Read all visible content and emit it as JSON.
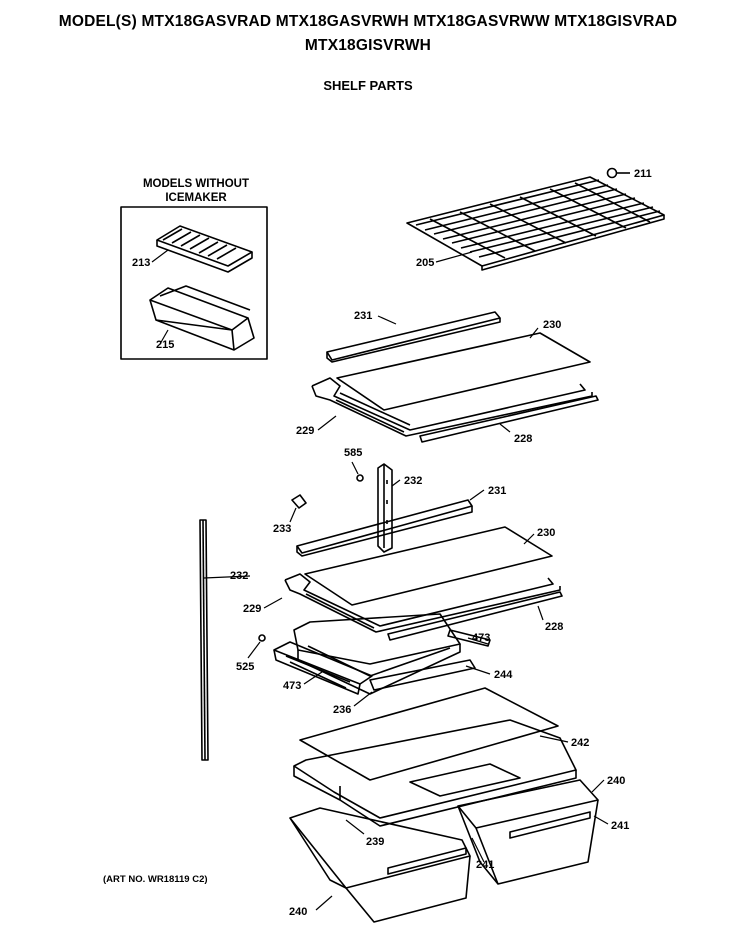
{
  "header": {
    "models_line1": "MODEL(S) MTX18GASVRAD  MTX18GASVRWH  MTX18GASVRWW  MTX18GISVRAD",
    "models_line2": "MTX18GISVRWH",
    "section_title": "SHELF PARTS"
  },
  "inset": {
    "title_line1": "MODELS WITHOUT",
    "title_line2": "ICEMAKER"
  },
  "art_number": "(ART NO. WR18119 C2)",
  "callouts": [
    "211",
    "205",
    "213",
    "215",
    "231",
    "230",
    "229",
    "228",
    "585",
    "232",
    "231",
    "233",
    "230",
    "232",
    "229",
    "228",
    "473",
    "525",
    "244",
    "473",
    "236",
    "242",
    "240",
    "239",
    "241",
    "241",
    "240"
  ]
}
